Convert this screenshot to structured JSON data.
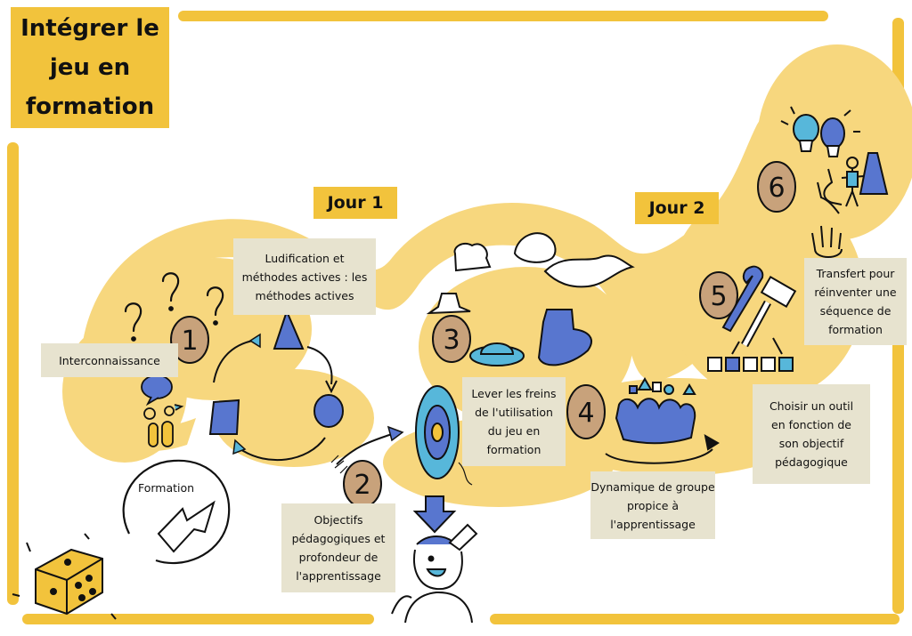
{
  "title": {
    "lines": [
      "Intégrer le",
      "jeu en",
      "formation"
    ]
  },
  "days": {
    "day1": "Jour 1",
    "day2": "Jour 2"
  },
  "steps": [
    {
      "number": "1",
      "label": [
        "Ludification et",
        "méthodes actives : les",
        "méthodes actives"
      ]
    },
    {
      "number": "2",
      "label": [
        "Objectifs",
        "pédagogiques et",
        "profondeur de",
        "l'apprentissage"
      ]
    },
    {
      "number": "3",
      "label": [
        "Lever les freins",
        "de l'utilisation",
        "du jeu en",
        "formation"
      ]
    },
    {
      "number": "4",
      "label": [
        "Dynamique de groupe",
        "propice à",
        "l'apprentissage"
      ]
    },
    {
      "number": "5",
      "label": [
        "Choisir un outil",
        "en fonction de",
        "son objectif",
        "pédagogique"
      ]
    },
    {
      "number": "6",
      "label": [
        "Transfert pour",
        "réinventer une",
        "séquence de",
        "formation"
      ]
    }
  ],
  "start": {
    "interconnaissance": "Interconnaissance",
    "formation": "Formation"
  },
  "colors": {
    "yellow": "#f2c33c",
    "path": "#f7d77e",
    "note": "#e7e3cf",
    "blue": "#5876cf",
    "cyan": "#57b7da",
    "badge": "#c8a27b",
    "ink": "#111111"
  }
}
